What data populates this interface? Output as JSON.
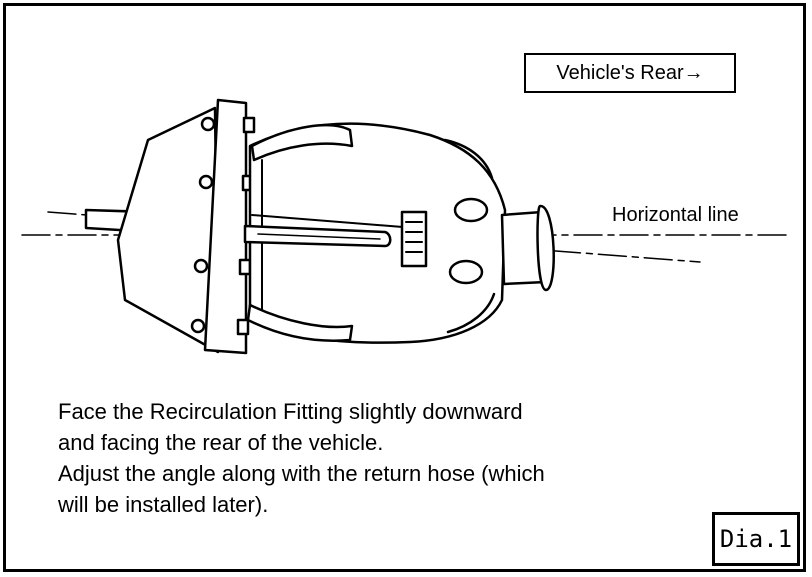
{
  "labels": {
    "vehicle_rear": "Vehicle's Rear→",
    "horizontal_line": "Horizontal line",
    "figure_number": "Dia.1"
  },
  "instructions": [
    "Face the Recirculation Fitting slightly downward",
    "and facing the rear of the vehicle.",
    "Adjust the angle along with the return hose (which",
    "will be installed later)."
  ]
}
